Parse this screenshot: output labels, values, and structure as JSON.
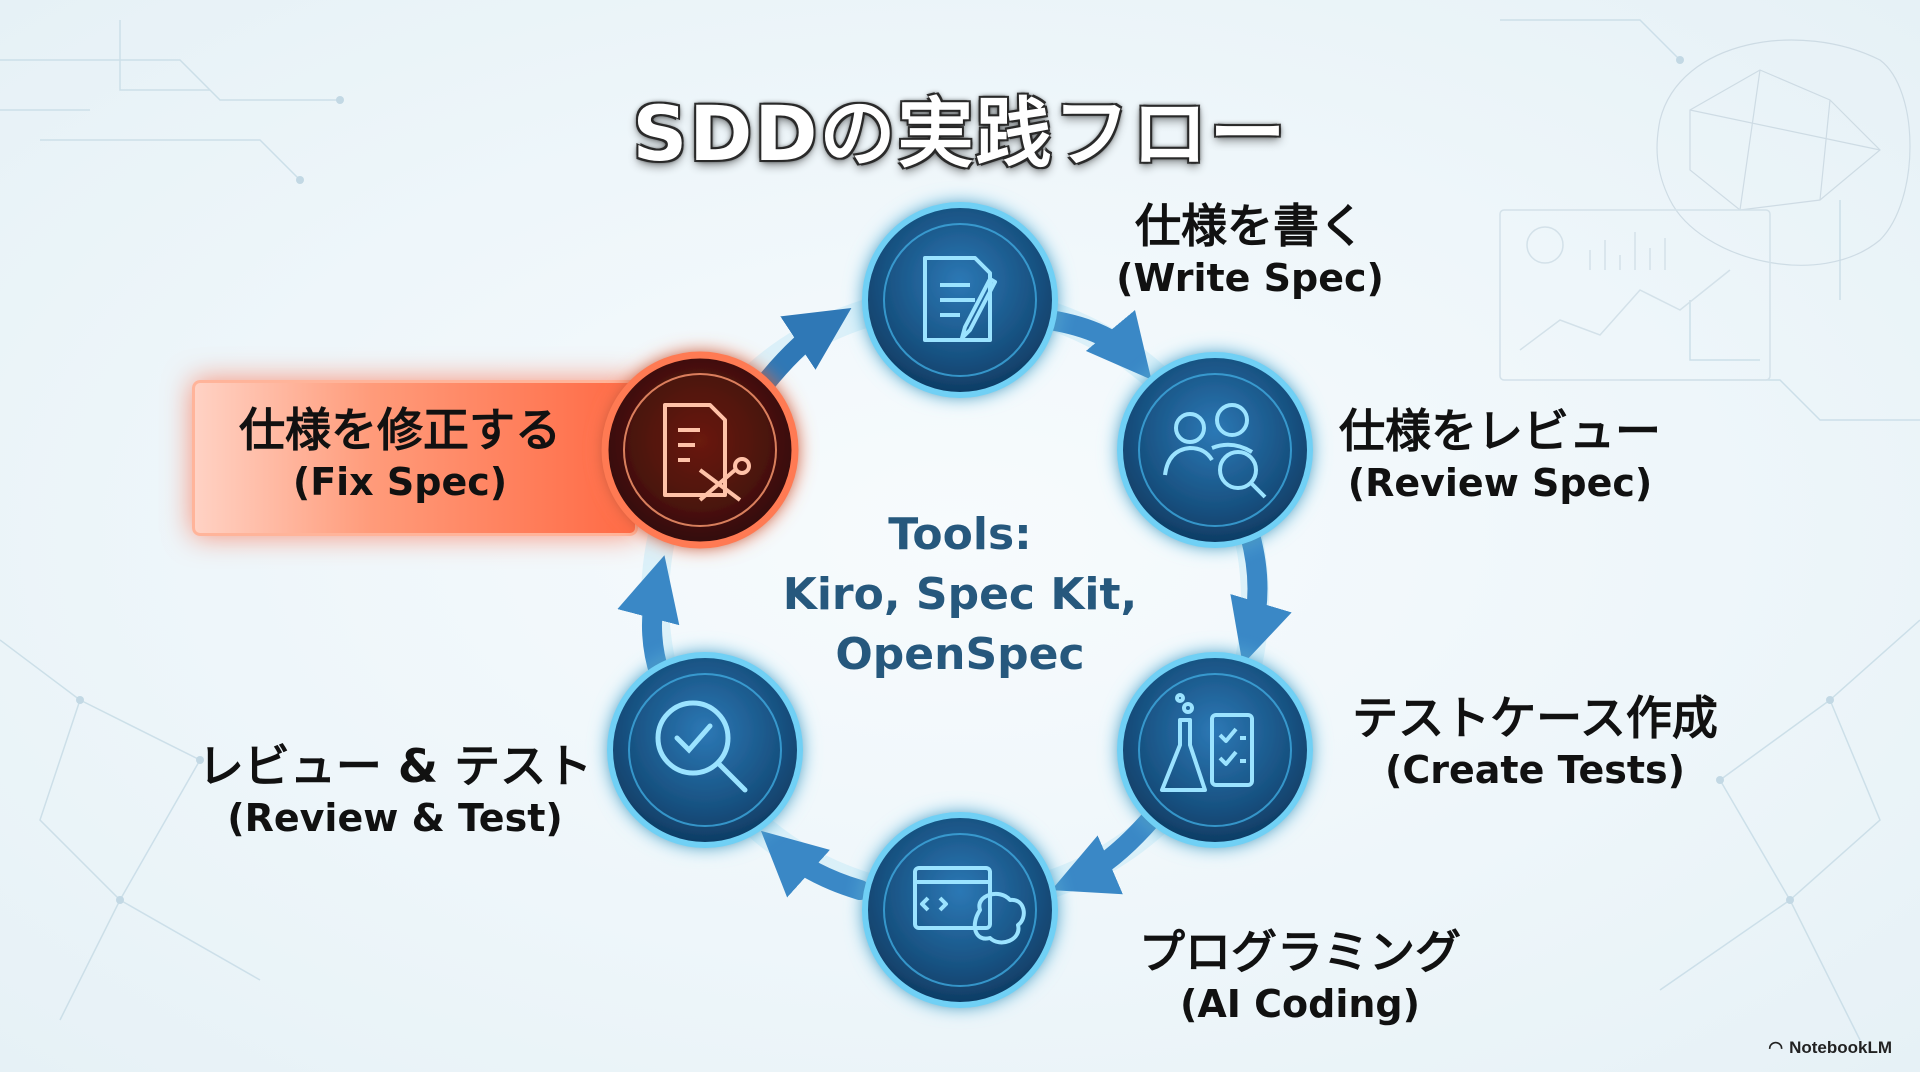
{
  "title": "SDDの実践フロー",
  "steps": [
    {
      "jp": "仕様を書く",
      "en": "(Write Spec)",
      "icon": "document-pencil-icon"
    },
    {
      "jp": "仕様をレビュー",
      "en": "(Review Spec)",
      "icon": "people-magnifier-icon"
    },
    {
      "jp": "テストケース作成",
      "en": "(Create Tests)",
      "icon": "flask-checklist-icon"
    },
    {
      "jp": "プログラミング",
      "en": "(AI Coding)",
      "icon": "code-window-brain-icon"
    },
    {
      "jp": "レビュー & テスト",
      "en": "(Review & Test)",
      "icon": "magnifier-check-icon"
    },
    {
      "jp": "仕様を修正する",
      "en": "(Fix Spec)",
      "icon": "document-tools-icon"
    }
  ],
  "center": {
    "line1": "Tools:",
    "line2": "Kiro, Spec Kit,",
    "line3": "OpenSpec"
  },
  "brand": "NotebookLM",
  "colors": {
    "node": "#1d5f95",
    "node_glow": "#5cc7f0",
    "highlight": "#ff5a36",
    "arrow": "#3a88c6",
    "center_text": "#26587d"
  }
}
